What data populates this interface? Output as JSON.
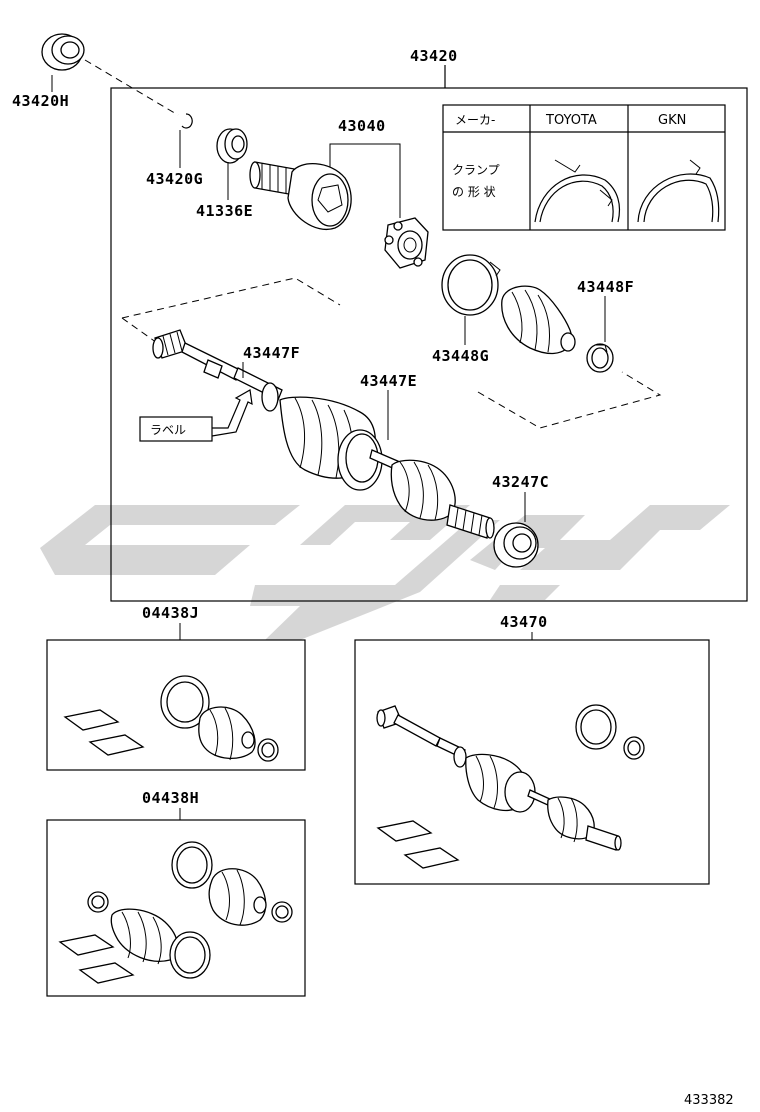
{
  "labels": {
    "p43420H": "43420H",
    "p43420": "43420",
    "p43420G": "43420G",
    "p41336E": "41336E",
    "p43040": "43040",
    "p43448F": "43448F",
    "p43448G": "43448G",
    "p43447F": "43447F",
    "p43447E": "43447E",
    "p43247C": "43247C",
    "p04438J": "04438J",
    "p04438H": "04438H",
    "p43470": "43470"
  },
  "clamp_table": {
    "header_maker": "メーカ-",
    "header_toyota": "TOYOTA",
    "header_gkn": "GKN",
    "row_label_line1": "クランプ",
    "row_label_line2": "の 形 状"
  },
  "callout_label": "ラベル",
  "figure_id": "433382",
  "colors": {
    "line": "#000000",
    "watermark": "#c8c8c8",
    "background": "#ffffff"
  }
}
